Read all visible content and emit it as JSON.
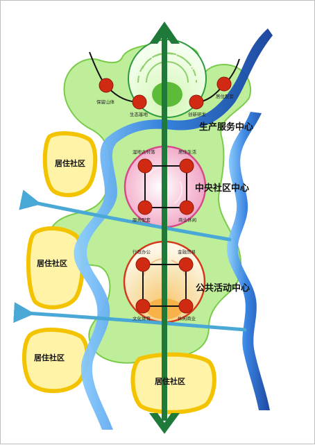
{
  "diagram": {
    "centers": {
      "production": "生产服务中心",
      "community": "中央社区中心",
      "public": "公共活动中心"
    },
    "residential_label": "居住社区",
    "nodes": {
      "top": [
        "保留山体",
        "生态基地",
        "创新研发",
        "居住配套"
      ],
      "middle": [
        "湿地古村落",
        "居住生活",
        "服务配套",
        "商业休闲"
      ],
      "bottom": [
        "行政办公",
        "金融贸易",
        "文化体育",
        "休闲商业"
      ]
    },
    "colors": {
      "green_area": "#bfee9b",
      "green_outline": "#7acb4a",
      "river": "#2a6fd6",
      "axis": "#1f7a3a",
      "node": "#d12a12",
      "residential_fill": "#fff3a8",
      "residential_border": "#f3c300",
      "pink_zone": "#f8c8dc",
      "orange_zone": "#f6b04a",
      "arrow": "#49a8d6"
    }
  }
}
